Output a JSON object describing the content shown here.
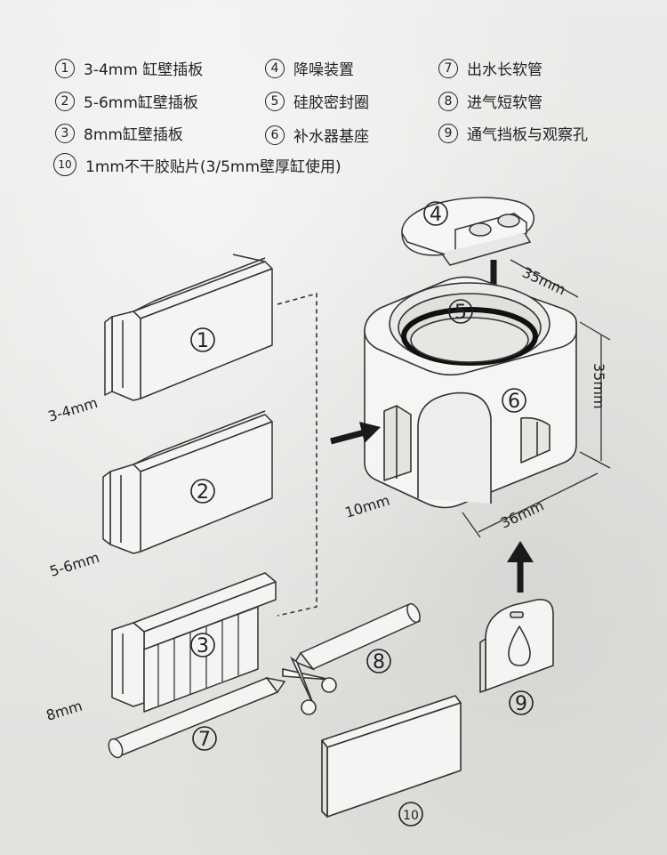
{
  "legend": [
    {
      "num": "1",
      "text": "3-4mm 缸壁插板"
    },
    {
      "num": "2",
      "text": "5-6mm缸壁插板"
    },
    {
      "num": "3",
      "text": "8mm缸壁插板"
    },
    {
      "num": "4",
      "text": "降噪装置"
    },
    {
      "num": "5",
      "text": "硅胶密封圈"
    },
    {
      "num": "6",
      "text": "补水器基座"
    },
    {
      "num": "7",
      "text": "出水长软管"
    },
    {
      "num": "8",
      "text": "进气短软管"
    },
    {
      "num": "9",
      "text": "通气挡板与观察孔"
    },
    {
      "num": "10",
      "text": "1mm不干胶贴片(3/5mm壁厚缸使用)"
    }
  ],
  "callouts": {
    "c1": "1",
    "c2": "2",
    "c3": "3",
    "c4": "4",
    "c5": "5",
    "c6": "6",
    "c7": "7",
    "c8": "8",
    "c9": "9",
    "c10": "10"
  },
  "dimensions": {
    "plate1": "3-4mm",
    "plate2": "5-6mm",
    "plate3": "8mm",
    "top_depth": "35mm",
    "height": "35mm",
    "width": "36mm",
    "slot": "10mm"
  }
}
